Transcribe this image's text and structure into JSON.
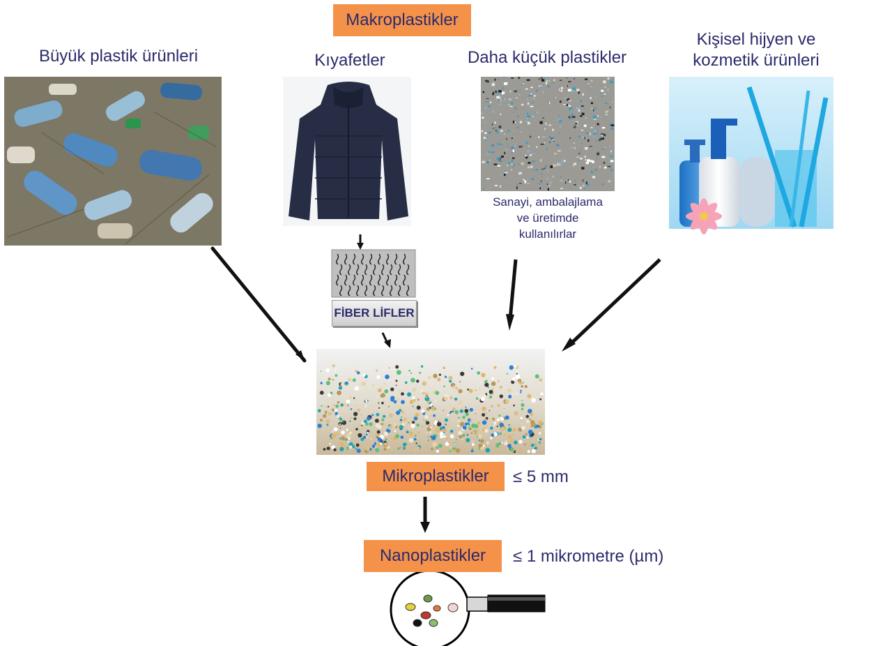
{
  "macro": {
    "label": "Makroplastikler"
  },
  "sources": [
    {
      "title": "Büyük plastik ürünleri"
    },
    {
      "title": "Kıyafetler"
    },
    {
      "title": "Daha küçük plastikler",
      "caption_lines": [
        "Sanayi, ambalajlama",
        "ve üretimde",
        "kullanılırlar"
      ]
    },
    {
      "title_lines": [
        "Kişisel hijyen ve",
        "kozmetik ürünleri"
      ]
    }
  ],
  "fiber": {
    "label": "FİBER LİFLER"
  },
  "micro": {
    "label": "Mikroplastikler",
    "size": "≤ 5 mm"
  },
  "nano": {
    "label": "Nanoplastikler",
    "size": "≤ 1 mikrometre (µm)"
  },
  "colors": {
    "heading_text": "#2b2a6b",
    "label_box": "#f5924a"
  }
}
